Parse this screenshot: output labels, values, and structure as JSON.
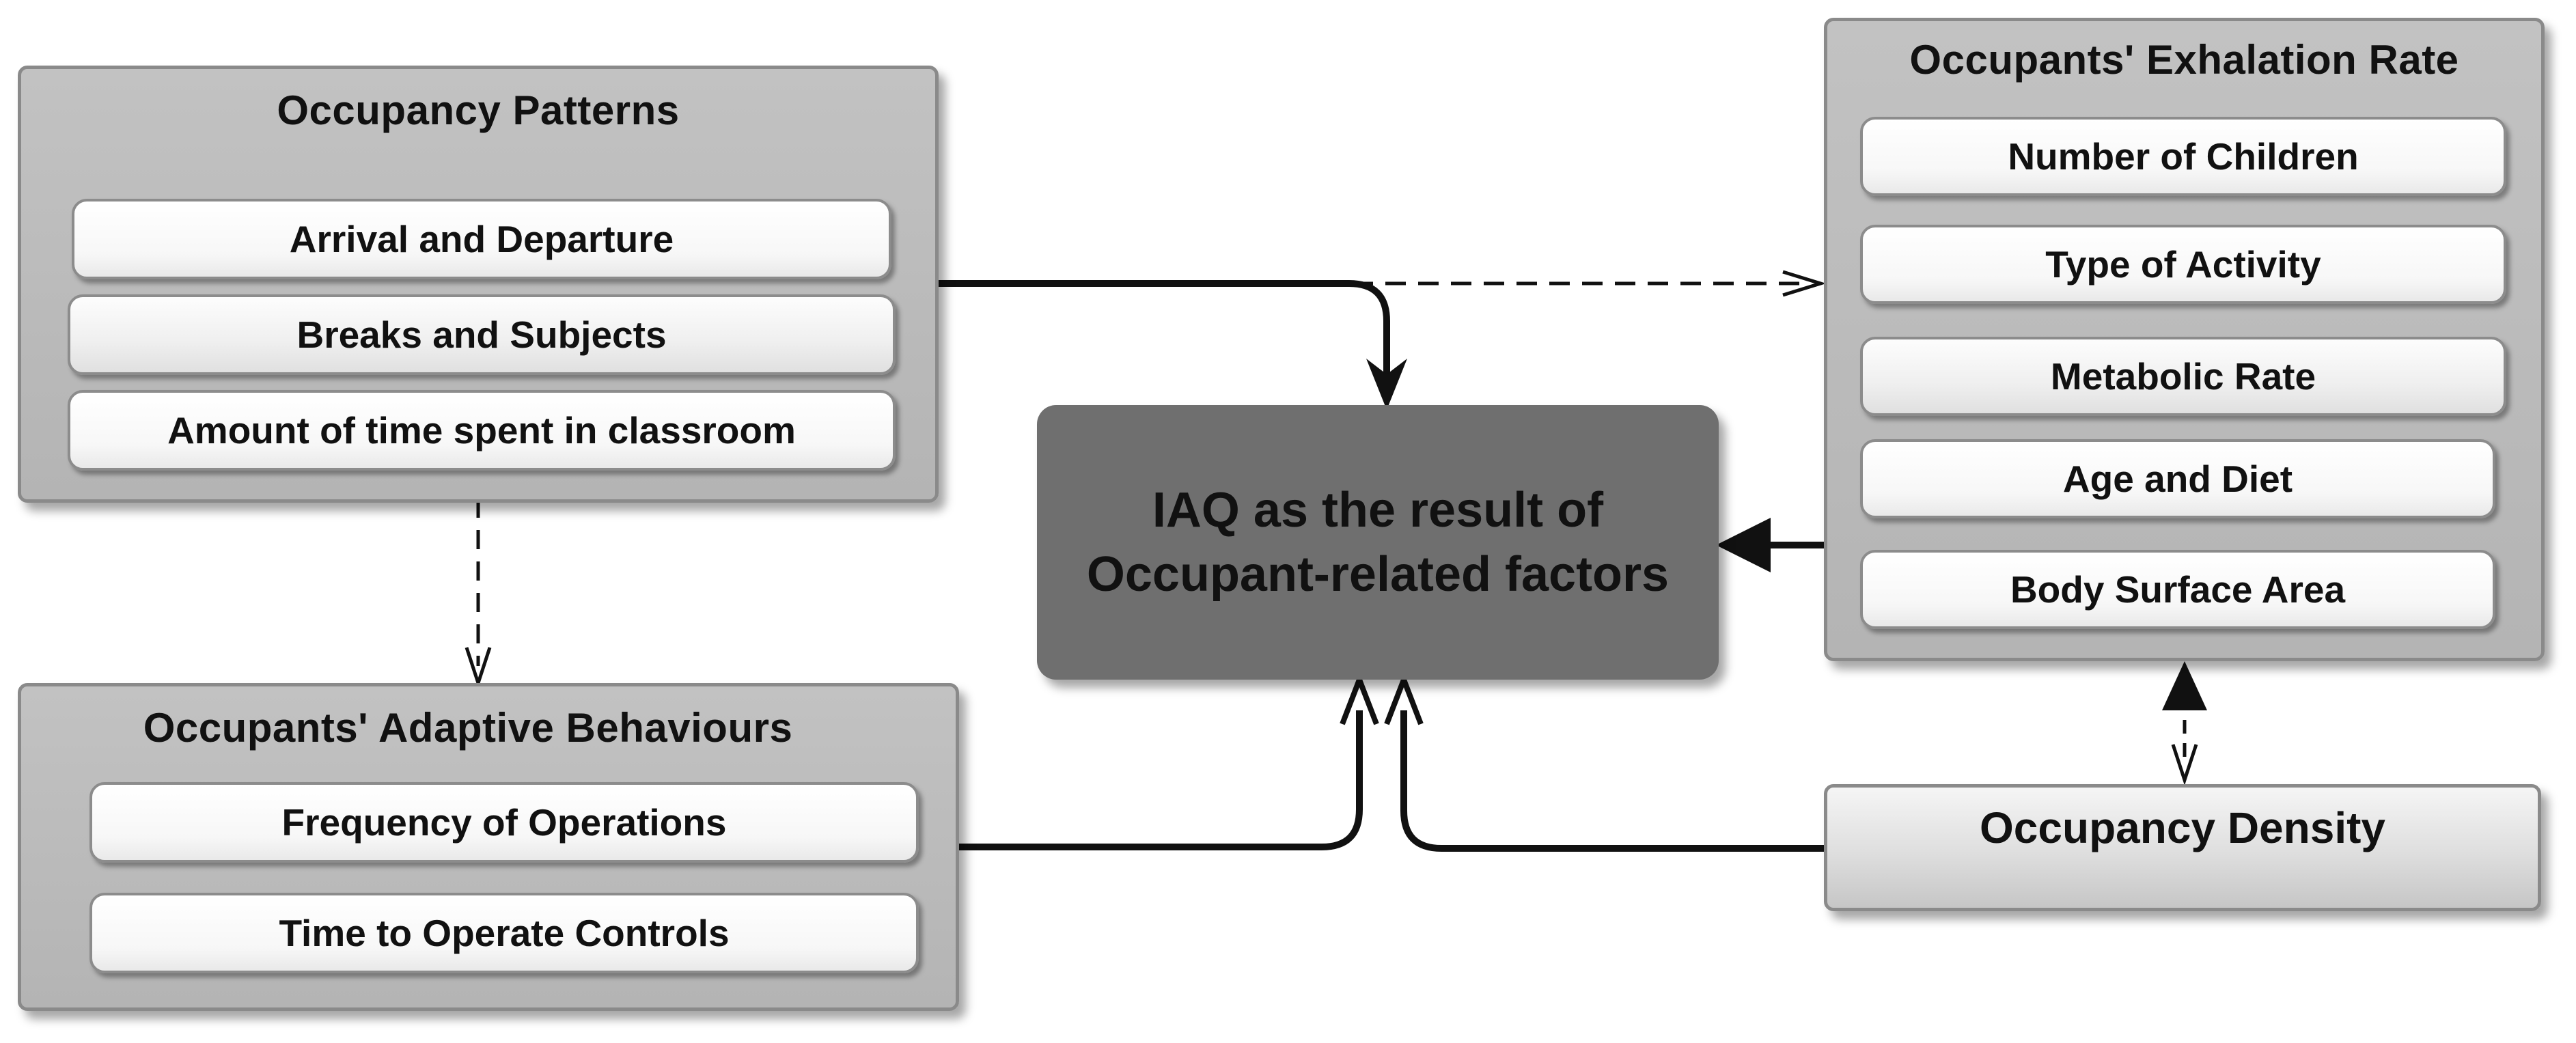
{
  "central": {
    "line1": "IAQ as the result of",
    "line2": "Occupant-related factors"
  },
  "occupancy_patterns": {
    "title": "Occupancy Patterns",
    "items": [
      "Arrival and Departure",
      "Breaks and Subjects",
      "Amount of time spent in classroom"
    ]
  },
  "adaptive_behaviours": {
    "title": "Occupants' Adaptive Behaviours",
    "items": [
      "Frequency of Operations",
      "Time to Operate Controls"
    ]
  },
  "exhalation_rate": {
    "title": "Occupants' Exhalation Rate",
    "items": [
      "Number of Children",
      "Type of Activity",
      "Metabolic Rate",
      "Age and Diet",
      "Body Surface Area"
    ]
  },
  "occupancy_density": {
    "label": "Occupancy Density"
  },
  "colors": {
    "central_fill": "#6f6f6f",
    "group_fill": "#b9b9b9",
    "item_fill": "#ffffff",
    "connector": "#111111"
  }
}
